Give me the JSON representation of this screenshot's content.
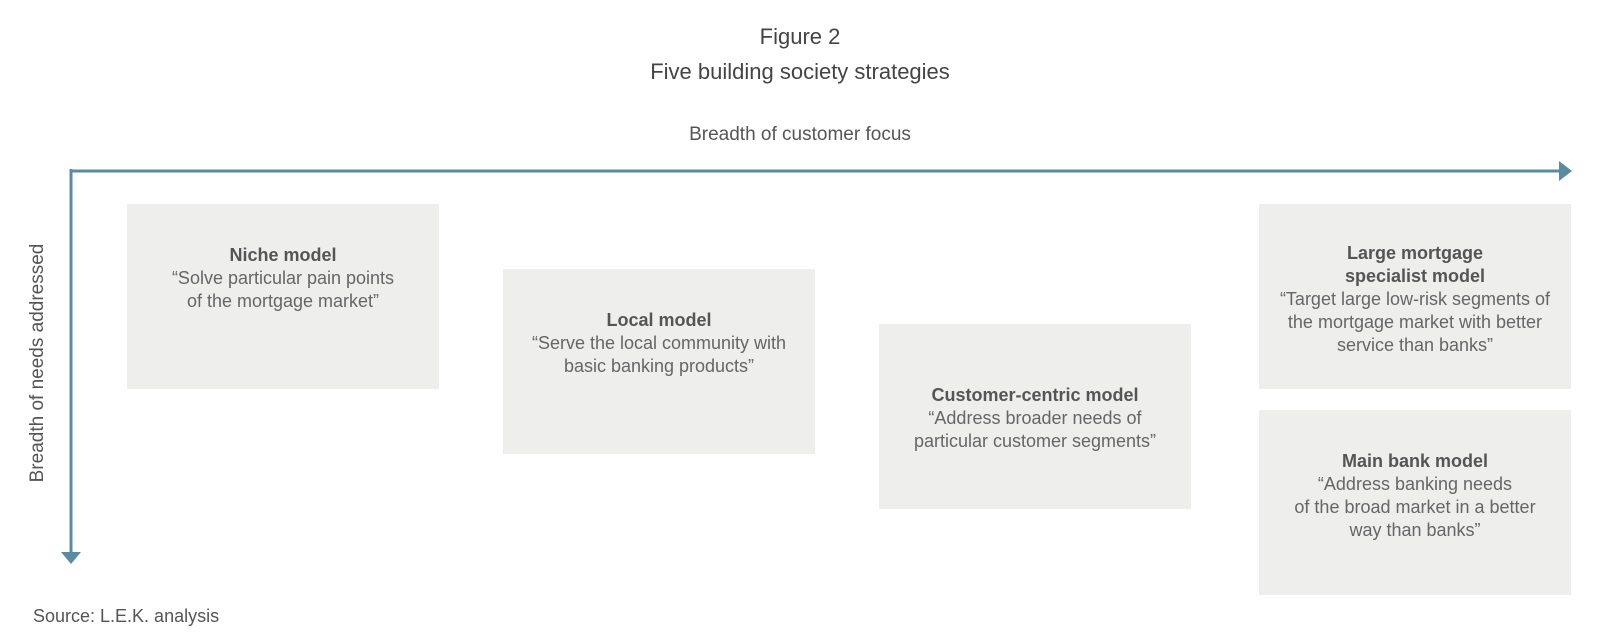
{
  "figure": {
    "number": "Figure 2",
    "title": "Five building society strategies"
  },
  "axes": {
    "x_label": "Breadth of customer focus",
    "y_label": "Breadth of needs addressed",
    "color": "#5b8aa3"
  },
  "boxes": [
    {
      "title": "Niche model",
      "description": "“Solve particular pain points\nof the mortgage market”"
    },
    {
      "title": "Local model",
      "description": "“Serve the local community with\nbasic banking products”"
    },
    {
      "title": "Customer-centric model",
      "description": "“Address broader needs of\nparticular customer segments”"
    },
    {
      "title": "Large mortgage\nspecialist model",
      "description": "“Target large low-risk segments of\nthe mortgage market with better\nservice than banks”"
    },
    {
      "title": "Main bank model",
      "description": "“Address banking needs\nof the broad market in a better\nway than banks”"
    }
  ],
  "box_color": "#eeeeed",
  "source": "Source: L.E.K. analysis"
}
